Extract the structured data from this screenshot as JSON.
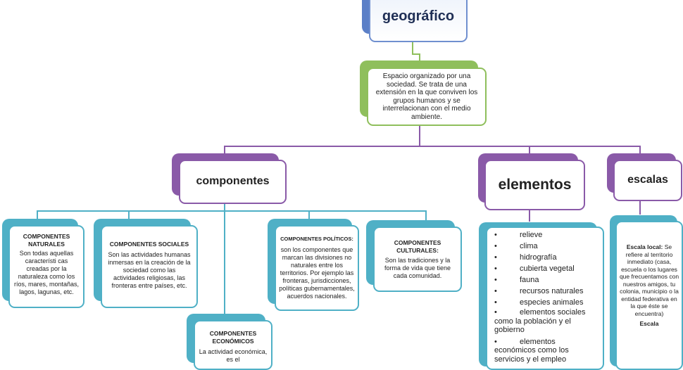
{
  "root": {
    "title": "geográfico"
  },
  "definition": {
    "text": "Espacio organizado por una sociedad. Se trata de una extensión en la que conviven los grupos humanos y se interrelacionan con el medio ambiente."
  },
  "branches": {
    "componentes": "componentes",
    "elementos": "elementos",
    "escalas": "escalas"
  },
  "components": {
    "naturales": {
      "title": "COMPONENTES NATURALES",
      "text": "Son todas aquellas característi cas creadas por la naturaleza como los ríos, mares, montañas, lagos, lagunas, etc."
    },
    "sociales": {
      "title": "COMPONENTES SOCIALES",
      "text": "Son las actividades humanas inmersas en la creación de la sociedad como las actividades religiosas, las fronteras entre países, etc."
    },
    "politicos": {
      "title": "COMPONENTES POLÍTICOS:",
      "text": "son los componentes que marcan las divisiones no naturales entre los territorios. Por ejemplo las fronteras, jurisdicciones, políticas gubernamentales, acuerdos nacionales."
    },
    "culturales": {
      "title": "COMPONENTES CULTURALES:",
      "text": "Son las tradiciones y la forma de vida que tiene cada comunidad."
    },
    "economicos": {
      "title": "COMPONENTES ECONÓMICOS",
      "text": "La actividad económica, es el"
    }
  },
  "elementos_list": [
    "relieve",
    "clima",
    "hidrografía",
    "cubierta vegetal",
    "fauna",
    "recursos naturales",
    "especies animales",
    "elementos sociales como la población y el gobierno",
    "elementos económicos como los servicios y el empleo"
  ],
  "escalas": {
    "local_label": "Escala local:",
    "local_text": "Se refiere al territorio inmediato (casa, escuela o los lugares que frecuentamos con nuestros amigos, tu colonia, municipio o la entidad federativa en la que éste se encuentra)",
    "next_label": "Escala"
  }
}
